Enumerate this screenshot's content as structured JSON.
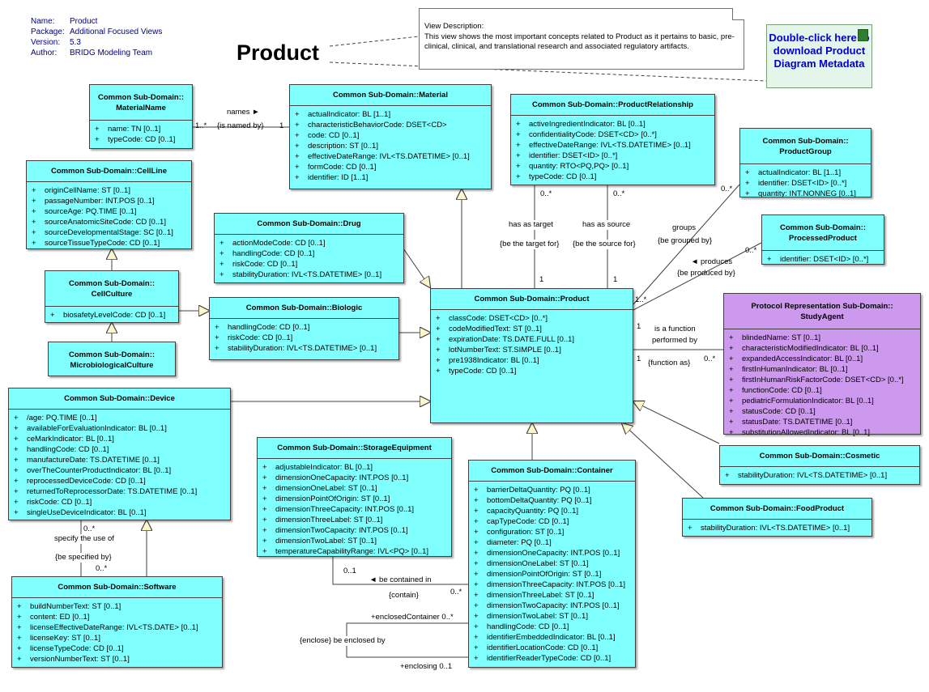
{
  "meta": {
    "name_label": "Name:",
    "name": "Product",
    "package_label": "Package:",
    "package": "Additional Focused Views",
    "version_label": "Version:",
    "version": "5.3",
    "author_label": "Author:",
    "author": "BRIDG Modeling Team"
  },
  "title": "Product",
  "note": {
    "heading": "View Description:",
    "text": "This view shows the most important concepts related to Product as it pertains to basic, pre-clinical, clinical, and translational research and associated regulatory artifacts."
  },
  "download": {
    "text": "Double-click here to download Product Diagram Metadata"
  },
  "classes": {
    "materialName": {
      "title": "Common Sub-Domain::\nMaterialName",
      "attrs": [
        "name: TN [0..1]",
        "typeCode: CD [0..1]"
      ]
    },
    "material": {
      "title": "Common Sub-Domain::Material",
      "attrs": [
        "actualIndicator: BL [1..1]",
        "characteristicBehaviorCode: DSET<CD>",
        "code: CD [0..1]",
        "description: ST [0..1]",
        "effectiveDateRange: IVL<TS.DATETIME> [0..1]",
        "formCode: CD [0..1]",
        "identifier: ID [1..1]"
      ]
    },
    "productRelationship": {
      "title": "Common Sub-Domain::ProductRelationship",
      "attrs": [
        "activeIngredientIndicator: BL [0..1]",
        "confidentialityCode: DSET<CD> [0..*]",
        "effectiveDateRange: IVL<TS.DATETIME> [0..1]",
        "identifier: DSET<ID> [0..*]",
        "quantity: RTO<PQ,PQ> [0..1]",
        "typeCode: CD [0..1]"
      ]
    },
    "productGroup": {
      "title": "Common Sub-Domain::\nProductGroup",
      "attrs": [
        "actualIndicator: BL [1..1]",
        "identifier: DSET<ID> [0..*]",
        "quantity: INT.NONNEG [0..1]"
      ]
    },
    "processedProduct": {
      "title": "Common Sub-Domain::\nProcessedProduct",
      "attrs": [
        "identifier: DSET<ID> [0..*]"
      ]
    },
    "cellLine": {
      "title": "Common Sub-Domain::CellLine",
      "attrs": [
        "originCellName: ST [0..1]",
        "passageNumber: INT.POS [0..1]",
        "sourceAge: PQ.TIME [0..1]",
        "sourceAnatomicSiteCode: CD [0..1]",
        "sourceDevelopmentalStage: SC [0..1]",
        "sourceTissueTypeCode: CD [0..1]"
      ]
    },
    "drug": {
      "title": "Common Sub-Domain::Drug",
      "attrs": [
        "actionModeCode: CD [0..1]",
        "handlingCode: CD [0..1]",
        "riskCode: CD [0..1]",
        "stabilityDuration: IVL<TS.DATETIME> [0..1]"
      ]
    },
    "cellCulture": {
      "title": "Common Sub-Domain::\nCellCulture",
      "attrs": [
        "biosafetyLevelCode: CD [0..1]"
      ]
    },
    "biologic": {
      "title": "Common Sub-Domain::Biologic",
      "attrs": [
        "handlingCode: CD [0..1]",
        "riskCode: CD [0..1]",
        "stabilityDuration: IVL<TS.DATETIME> [0..1]"
      ]
    },
    "microbiologicalCulture": {
      "title": "Common Sub-Domain::\nMicrobiologicalCulture",
      "attrs": []
    },
    "product": {
      "title": "Common Sub-Domain::Product",
      "attrs": [
        "classCode: DSET<CD> [0..*]",
        "codeModifiedText: ST [0..1]",
        "expirationDate: TS.DATE.FULL [0..1]",
        "lotNumberText: ST.SIMPLE [0..1]",
        "pre1938Indicator: BL [0..1]",
        "typeCode: CD [0..1]"
      ]
    },
    "studyAgent": {
      "title": "Protocol Representation Sub-Domain::\nStudyAgent",
      "attrs": [
        "blindedName: ST [0..1]",
        "characteristicModifiedIndicator: BL [0..1]",
        "expandedAccessIndicator: BL [0..1]",
        "firstInHumanIndicator: BL [0..1]",
        "firstInHumanRiskFactorCode: DSET<CD> [0..*]",
        "functionCode: CD [0..1]",
        "pediatricFormulationIndicator: BL [0..1]",
        "statusCode: CD [0..1]",
        "statusDate: TS.DATETIME [0..1]",
        "substitutionAllowedIndicator: BL [0..1]"
      ]
    },
    "device": {
      "title": "Common Sub-Domain::Device",
      "attrs": [
        "/age: PQ.TIME [0..1]",
        "availableForEvaluationIndicator: BL [0..1]",
        "ceMarkIndicator: BL [0..1]",
        "handlingCode: CD [0..1]",
        "manufactureDate: TS.DATETIME [0..1]",
        "overTheCounterProductIndicator: BL [0..1]",
        "reprocessedDeviceCode: CD [0..1]",
        "returnedToReprocessorDate: TS.DATETIME [0..1]",
        "riskCode: CD [0..1]",
        "singleUseDeviceIndicator: BL [0..1]"
      ]
    },
    "storageEquipment": {
      "title": "Common Sub-Domain::StorageEquipment",
      "attrs": [
        "adjustableIndicator: BL [0..1]",
        "dimensionOneCapacity: INT.POS [0..1]",
        "dimensionOneLabel: ST [0..1]",
        "dimensionPointOfOrigin: ST [0..1]",
        "dimensionThreeCapacity: INT.POS [0..1]",
        "dimensionThreeLabel: ST [0..1]",
        "dimensionTwoCapacity: INT.POS [0..1]",
        "dimensionTwoLabel: ST [0..1]",
        "temperatureCapabilityRange: IVL<PQ> [0..1]"
      ]
    },
    "cosmetic": {
      "title": "Common Sub-Domain::Cosmetic",
      "attrs": [
        "stabilityDuration: IVL<TS.DATETIME> [0..1]"
      ]
    },
    "foodProduct": {
      "title": "Common Sub-Domain::FoodProduct",
      "attrs": [
        "stabilityDuration: IVL<TS.DATETIME> [0..1]"
      ]
    },
    "container": {
      "title": "Common Sub-Domain::Container",
      "attrs": [
        "barrierDeltaQuantity: PQ [0..1]",
        "bottomDeltaQuantity: PQ [0..1]",
        "capacityQuantity: PQ [0..1]",
        "capTypeCode: CD [0..1]",
        "configuration: ST [0..1]",
        "diameter: PQ [0..1]",
        "dimensionOneCapacity: INT.POS [0..1]",
        "dimensionOneLabel: ST [0..1]",
        "dimensionPointOfOrigin: ST [0..1]",
        "dimensionThreeCapacity: INT.POS [0..1]",
        "dimensionThreeLabel: ST [0..1]",
        "dimensionTwoCapacity: INT.POS [0..1]",
        "dimensionTwoLabel: ST [0..1]",
        "handlingCode: CD [0..1]",
        "identifierEmbeddedIndicator: BL [0..1]",
        "identifierLocationCode: CD [0..1]",
        "identifierReaderTypeCode: CD [0..1]"
      ]
    },
    "software": {
      "title": "Common Sub-Domain::Software",
      "attrs": [
        "buildNumberText: ST [0..1]",
        "content: ED [0..1]",
        "licenseEffectiveDateRange: IVL<TS.DATE> [0..1]",
        "licenseKey: ST [0..1]",
        "licenseTypeCode: CD [0..1]",
        "versionNumberText: ST [0..1]"
      ]
    }
  },
  "labels": {
    "names": "names ►",
    "isNamedBy": "{is named by}",
    "mn_mult": "1..*",
    "mat_mult": "1",
    "pr_target_mult": "0..*",
    "pr_source_mult": "0..*",
    "hasAsTarget": "has as target",
    "beTargetFor": "{be the target for}",
    "hasAsSource": "has as source",
    "beSourceFor": "{be the source for}",
    "p_target_mult": "1",
    "p_source_mult": "1",
    "groups": "groups",
    "beGroupedBy": "{be grouped by}",
    "pg_mult": "0..*",
    "p_group_mult": "1..*",
    "produces": "◄ produces",
    "beProducedBy": "{be produced by}",
    "pp_mult": "0..*",
    "isAFunction": "is a function",
    "performedBy": "performed by",
    "functionAs": "{function as}",
    "sa_p_mult1": "1",
    "sa_p_mult2": "1",
    "sa_mult": "0..*",
    "specifyUse": "specify the use of",
    "beSpecifiedBy": "{be specified by}",
    "dev_mult": "0..*",
    "sw_mult": "0..*",
    "contained": "◄ be contained in",
    "contain": "{contain}",
    "se_mult": "0..1",
    "c_mult": "0..*",
    "enclosedContainer": "+enclosedContainer 0..*",
    "enclose": "{enclose} be enclosed by",
    "enclosing": "+enclosing 0..1"
  }
}
